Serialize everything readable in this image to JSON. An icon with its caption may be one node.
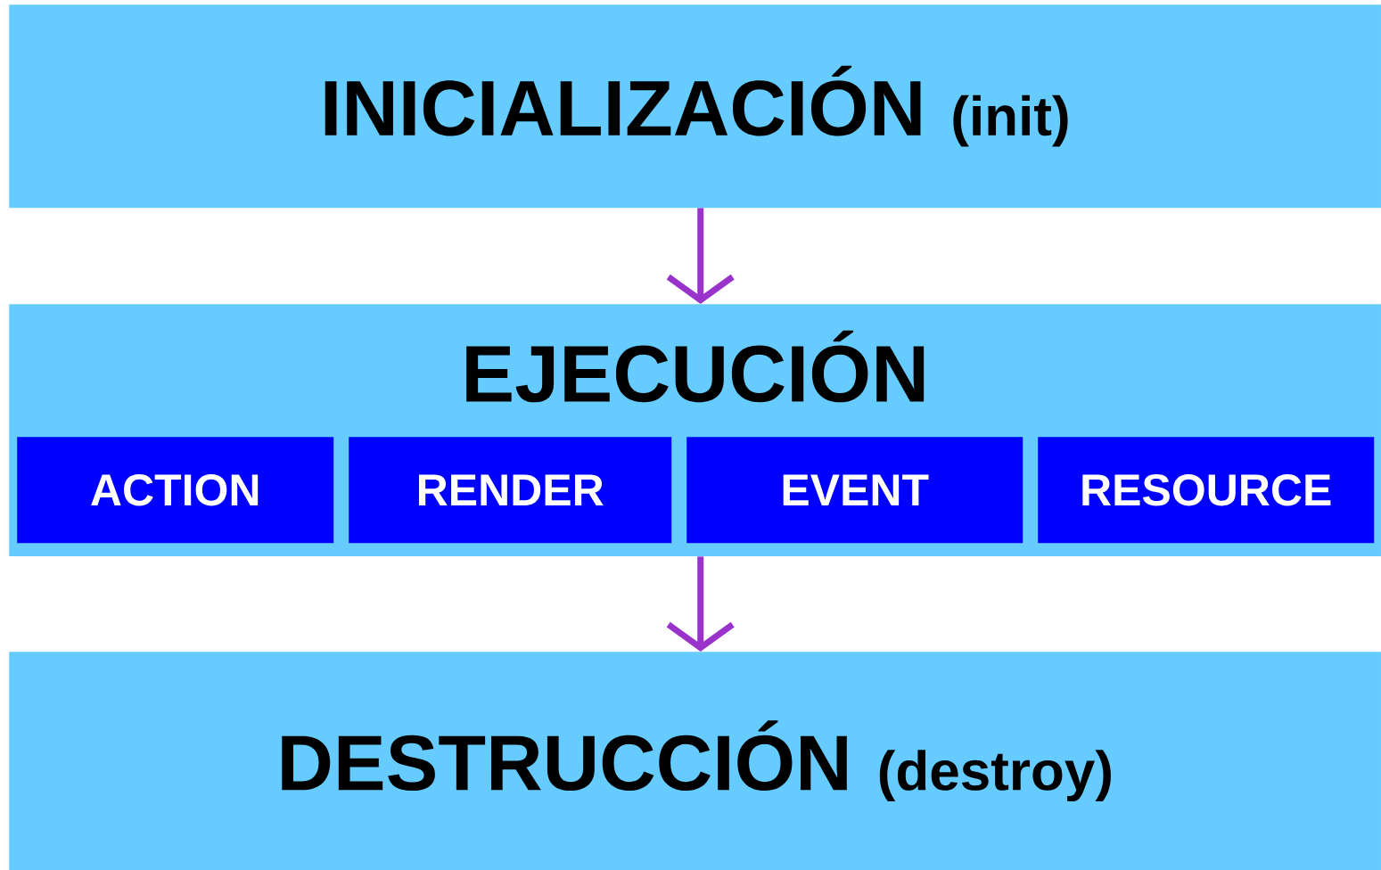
{
  "diagram": {
    "nodes": [
      {
        "text": [
          "INICIALIZACIÓN",
          "(init)"
        ]
      },
      {
        "text": [
          "EJECUCIÓN"
        ]
      },
      {
        "text": [
          "ACTION"
        ],
        "in": 1
      },
      {
        "text": [
          "RENDER"
        ],
        "in": 1
      },
      {
        "text": [
          "EVENT"
        ],
        "in": 1
      },
      {
        "text": [
          "RESOURCE"
        ],
        "in": 1
      },
      {
        "text": [
          "DESTRUCCIÓN",
          "(destroy)"
        ]
      }
    ],
    "edges": [
      {
        "from": 0,
        "to": 1,
        "arrow": "to"
      },
      {
        "from": 1,
        "to": 6,
        "arrow": "to"
      }
    ]
  }
}
